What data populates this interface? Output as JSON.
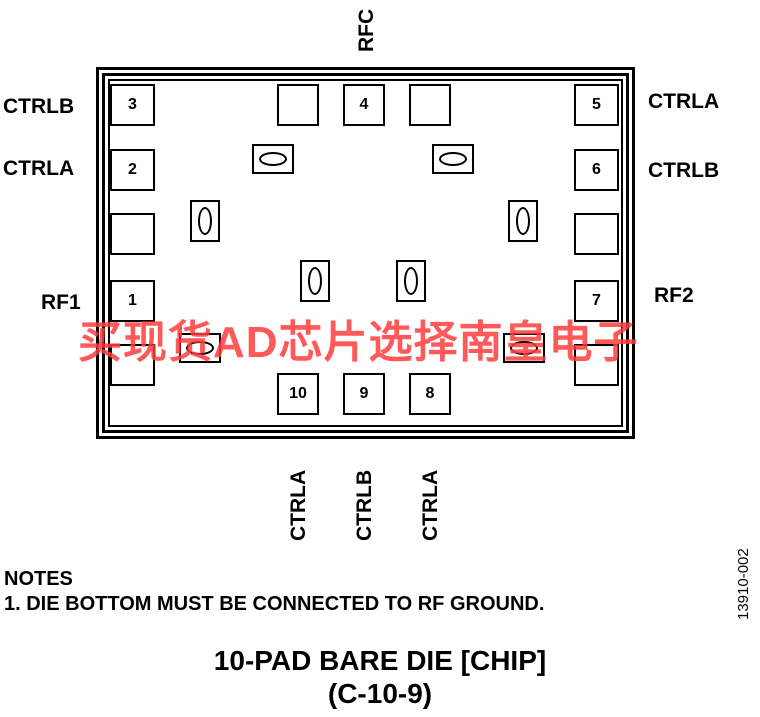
{
  "labels": {
    "top_rfc": "RFC",
    "left_ctrlb": "CTRLB",
    "left_ctrla": "CTRLA",
    "left_rf1": "RF1",
    "right_ctrla": "CTRLA",
    "right_ctrlb": "CTRLB",
    "right_rf2": "RF2",
    "bottom_ctrla_10": "CTRLA",
    "bottom_ctrlb_9": "CTRLB",
    "bottom_ctrla_8": "CTRLA"
  },
  "pads": {
    "p1": "1",
    "p2": "2",
    "p3": "3",
    "p4": "4",
    "p5": "5",
    "p6": "6",
    "p7": "7",
    "p8": "8",
    "p9": "9",
    "p10": "10"
  },
  "notes": {
    "heading": "NOTES",
    "line1": "1. DIE BOTTOM MUST BE CONNECTED TO RF GROUND."
  },
  "figure_id": "13910-002",
  "title": {
    "line1": "10-PAD BARE DIE [CHIP]",
    "line2": "(C-10-9)"
  },
  "watermark": "买现货AD芯片选择南皇电子",
  "colors": {
    "watermark": "#ff3c3c",
    "outline": "#000000"
  }
}
